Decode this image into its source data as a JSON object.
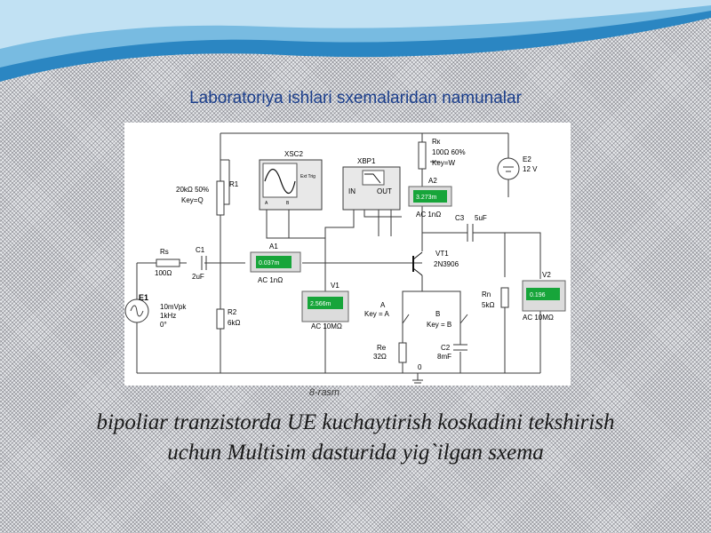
{
  "slide": {
    "title": "Laboratoriya ishlari sxemalaridan namunalar",
    "caption": "8-rasm",
    "description_line1": "bipoliar tranzistorda UE kuchaytirish koskadini  tekshirish",
    "description_line2": "uchun Multisim dasturida yig`ilgan sxema"
  },
  "colors": {
    "title": "#1c3f8c",
    "wave_dark": "#2b86c2",
    "wave_light": "#8cc8e8",
    "meter_display": "#17a53a",
    "wire": "#3a3a3a"
  },
  "schematic": {
    "rk_name": "Rк",
    "rk_value": "100Ω 60%",
    "rk_key": "Key=W",
    "e2_name": "E2",
    "e2_value": "12 V",
    "scope_name": "XSC2",
    "scope_channel_a": "A",
    "scope_channel_b": "B",
    "scope_ext": "Ext Trig",
    "bode_name": "XBP1",
    "bode_in": "IN",
    "bode_out": "OUT",
    "r1_name": "R1",
    "r1_value": "20kΩ 50%",
    "r1_key": "Key=Q",
    "a2_name": "A2",
    "a2_reading": "3.273m",
    "a2_mode": "AC  1nΩ",
    "c3_name": "C3",
    "c3_value": "5uF",
    "rs_name": "Rs",
    "rs_value": "100Ω",
    "c1_name": "C1",
    "c1_value": "2uF",
    "a1_name": "A1",
    "a1_reading": "0.037m",
    "a1_mode": "AC  1nΩ",
    "vt1_name": "VT1",
    "vt1_model": "2N3906",
    "e1_name": "E1",
    "e1_amp": "10mVpk",
    "e1_freq": "1kHz",
    "e1_phase": "0°",
    "v1_name": "V1",
    "v1_reading": "2.566m",
    "v1_mode": "AC  10MΩ",
    "v2_name": "V2",
    "v2_reading": "0.196",
    "v2_mode": "AC  10MΩ",
    "r2_name": "R2",
    "r2_value": "6kΩ",
    "rn_name": "Rn",
    "rn_value": "5kΩ",
    "switch_a_name": "A",
    "switch_a_key": "Key = A",
    "switch_b_name": "B",
    "switch_b_key": "Key = B",
    "re_name": "Re",
    "re_value": "32Ω",
    "c2_name": "C2",
    "c2_value": "8mF",
    "ground_label": "0"
  }
}
